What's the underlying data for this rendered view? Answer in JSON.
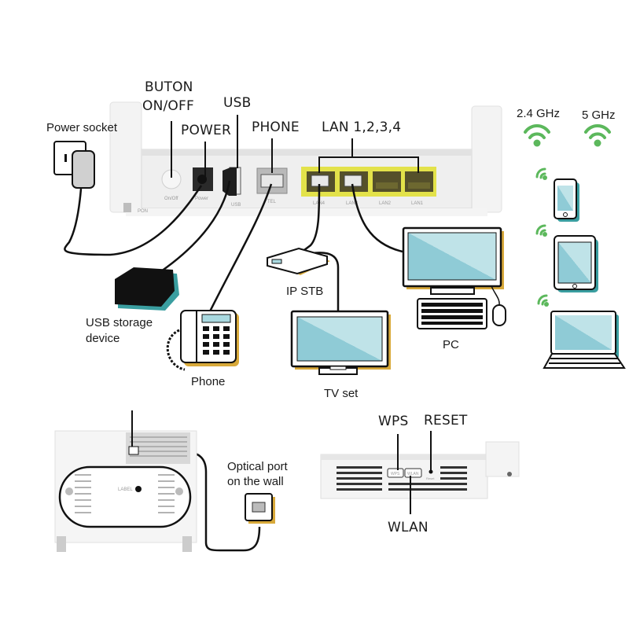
{
  "router_rear": {
    "labels": {
      "button_on_off_line1": "BUTON",
      "button_on_off_line2": "ON/OFF",
      "usb": "USB",
      "power": "POWER",
      "phone": "PHONE",
      "lan": "LAN 1,2,3,4",
      "power_socket": "Power socket"
    },
    "port_labels": {
      "pon": "PON",
      "on_off": "On/Off",
      "power": "Power",
      "usb": "USB",
      "tel": "TEL",
      "lan4": "LAN4",
      "lan3": "LAN3",
      "lan2": "LAN2",
      "lan1": "LAN1"
    }
  },
  "wifi": {
    "band_24": "2.4 GHz",
    "band_5": "5 GHz"
  },
  "devices": {
    "usb_storage_line1": "USB storage",
    "usb_storage_line2": "device",
    "phone": "Phone",
    "ip_stb": "IP STB",
    "tv": "TV set",
    "pc": "PC"
  },
  "router_bottom": {
    "label_text": "LABEL",
    "optical_port_line1": "Optical port",
    "optical_port_line2": "on the wall"
  },
  "router_side": {
    "wps": "WPS",
    "reset": "RESET",
    "wlan": "WLAN",
    "wps_small": "WPS",
    "wlan_small": "WLAN",
    "reset_small": "Reset"
  },
  "colors": {
    "wifi_green": "#5cb85c",
    "screen_blue": "#a9d9e0",
    "shadow_gold": "#d8a93a",
    "lan_yellow": "#e3e24a",
    "device_shadow_teal": "#3a9ea0"
  }
}
